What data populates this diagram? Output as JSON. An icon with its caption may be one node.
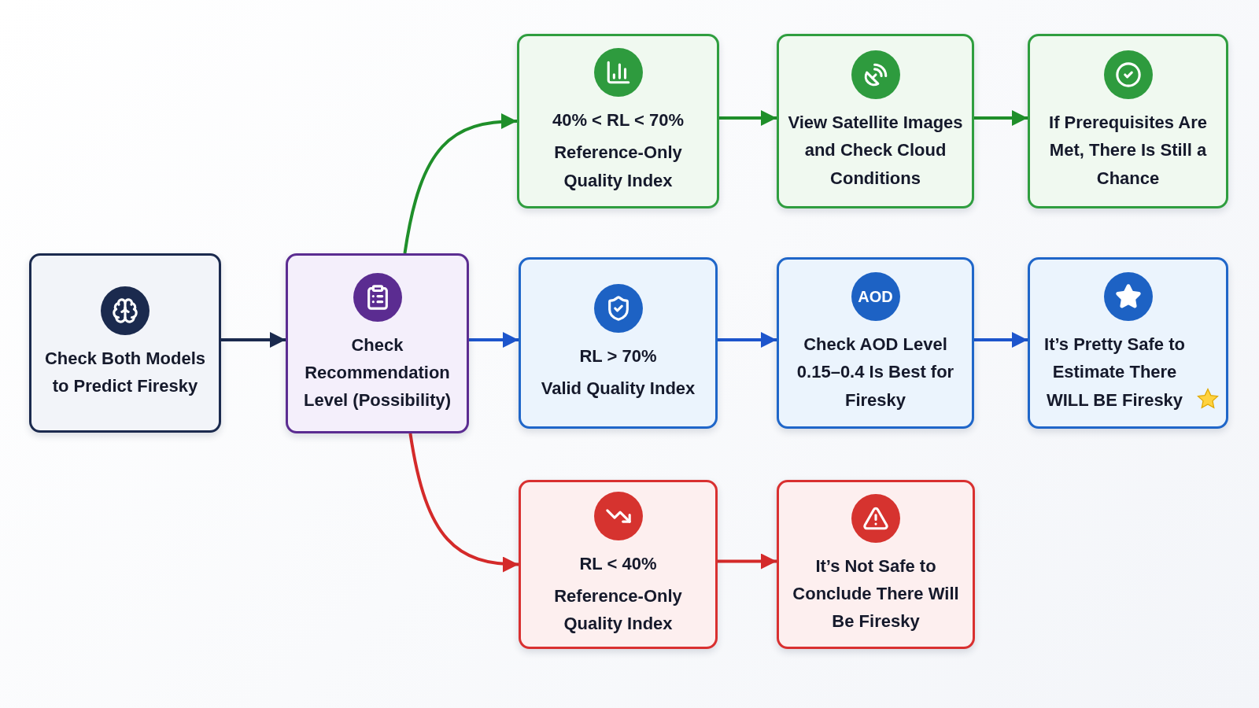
{
  "diagram": {
    "nodes": [
      {
        "text": [
          "Check Both Models to Predict Firesky"
        ]
      },
      {
        "text": [
          "Check Recommendation Level (Possibility)"
        ]
      },
      {
        "text": [
          "40% < RL < 70%",
          "Reference-Only Quality Index"
        ]
      },
      {
        "text": [
          "View Satellite Images and Check Cloud Conditions"
        ]
      },
      {
        "text": [
          "If Prerequisites Are Met, There Is Still a Chance"
        ]
      },
      {
        "text": [
          "RL > 70%",
          "Valid Quality Index"
        ]
      },
      {
        "text": [
          "AOD",
          "Check AOD Level 0.15–0.4 Is Best for Firesky"
        ]
      },
      {
        "text": [
          "It’s Pretty Safe to Estimate There WILL BE Firesky"
        ]
      },
      {
        "text": [
          "RL < 40%",
          "Reference-Only Quality Index"
        ]
      },
      {
        "text": [
          "It’s Not Safe to Conclude There Will Be Firesky"
        ]
      }
    ],
    "edges": [
      {
        "from": 0,
        "to": 1,
        "arrow": "to",
        "color": "#1b2a4e"
      },
      {
        "from": 1,
        "to": 2,
        "arrow": "to",
        "color": "#1f8f2a"
      },
      {
        "from": 1,
        "to": 5,
        "arrow": "to",
        "color": "#1d55cc"
      },
      {
        "from": 1,
        "to": 8,
        "arrow": "to",
        "color": "#d42a2a"
      },
      {
        "from": 2,
        "to": 3,
        "arrow": "to",
        "color": "#1f8f2a"
      },
      {
        "from": 3,
        "to": 4,
        "arrow": "to",
        "color": "#1f8f2a"
      },
      {
        "from": 5,
        "to": 6,
        "arrow": "to",
        "color": "#1d55cc"
      },
      {
        "from": 6,
        "to": 7,
        "arrow": "to",
        "color": "#1d55cc"
      },
      {
        "from": 8,
        "to": 9,
        "arrow": "to",
        "color": "#d42a2a"
      }
    ]
  }
}
